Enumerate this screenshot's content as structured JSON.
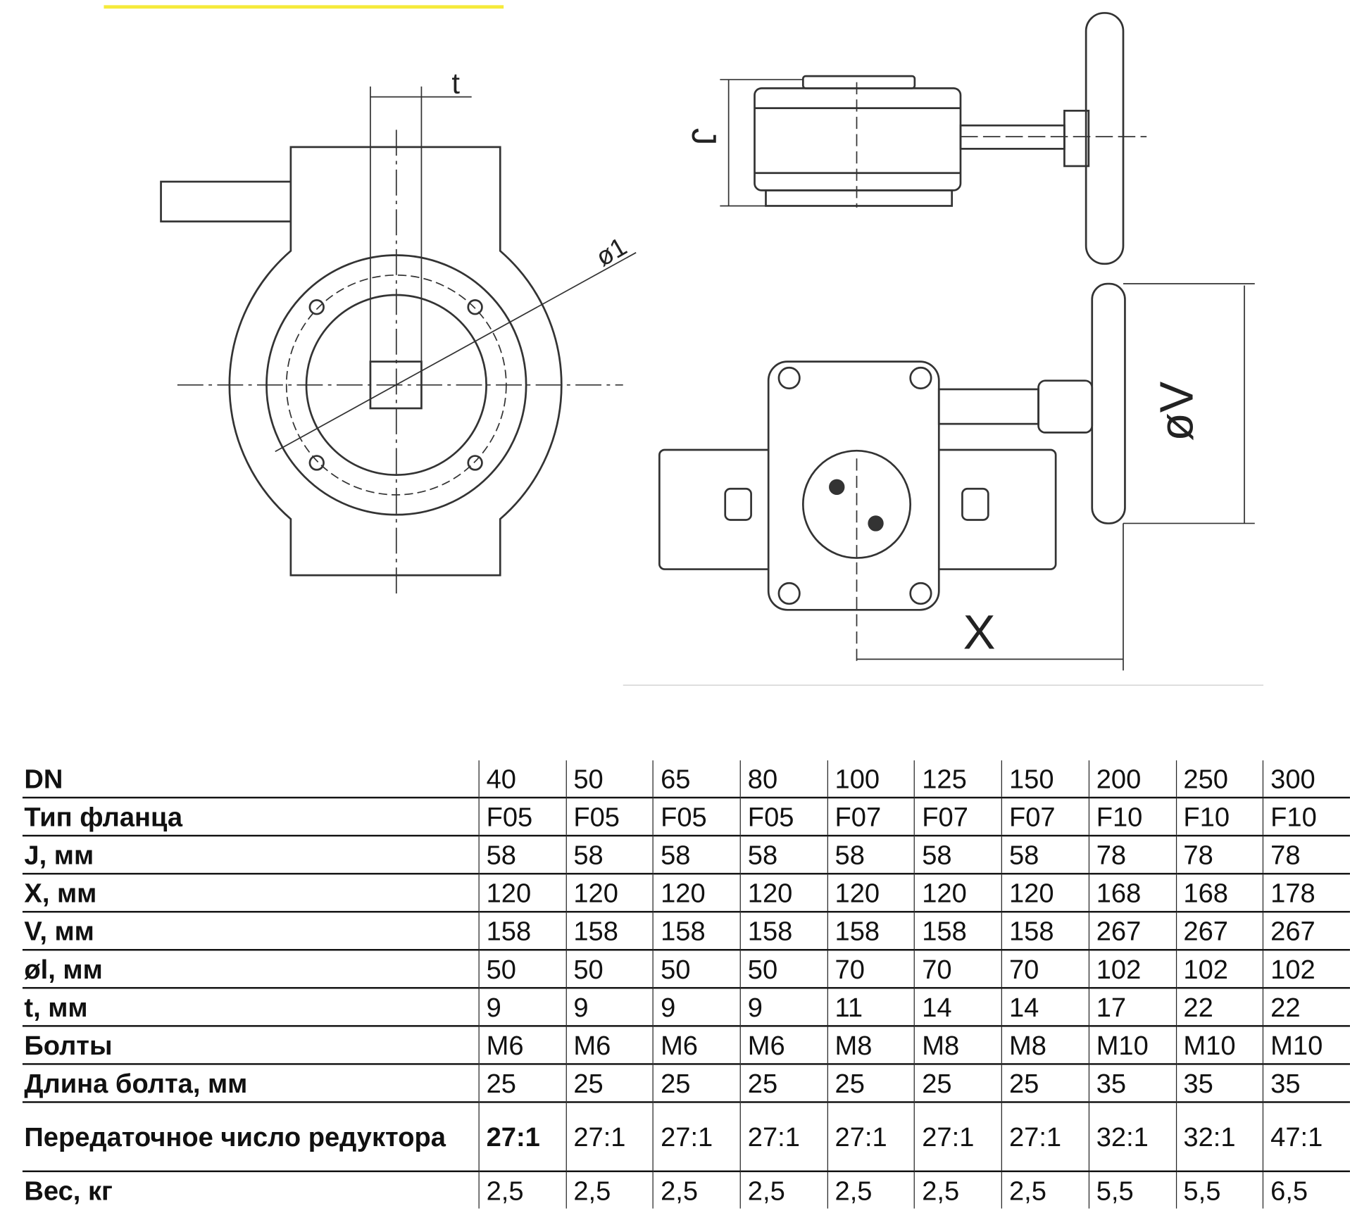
{
  "accent_color": "#f5ea3a",
  "drawing_labels": {
    "t": "t",
    "phi1": "ø1",
    "J": "J",
    "V": "øV",
    "X": "X"
  },
  "table": {
    "rows": [
      {
        "label": "DN",
        "values": [
          "40",
          "50",
          "65",
          "80",
          "100",
          "125",
          "150",
          "200",
          "250",
          "300"
        ]
      },
      {
        "label": "Тип фланца",
        "values": [
          "F05",
          "F05",
          "F05",
          "F05",
          "F07",
          "F07",
          "F07",
          "F10",
          "F10",
          "F10"
        ]
      },
      {
        "label": "J, мм",
        "values": [
          "58",
          "58",
          "58",
          "58",
          "58",
          "58",
          "58",
          "78",
          "78",
          "78"
        ]
      },
      {
        "label": "X, мм",
        "values": [
          "120",
          "120",
          "120",
          "120",
          "120",
          "120",
          "120",
          "168",
          "168",
          "178"
        ]
      },
      {
        "label": "V, мм",
        "values": [
          "158",
          "158",
          "158",
          "158",
          "158",
          "158",
          "158",
          "267",
          "267",
          "267"
        ]
      },
      {
        "label": "øl, мм",
        "values": [
          "50",
          "50",
          "50",
          "50",
          "70",
          "70",
          "70",
          "102",
          "102",
          "102"
        ]
      },
      {
        "label": "t, мм",
        "values": [
          "9",
          "9",
          "9",
          "9",
          "11",
          "14",
          "14",
          "17",
          "22",
          "22"
        ]
      },
      {
        "label": "Болты",
        "values": [
          "M6",
          "M6",
          "M6",
          "M6",
          "M8",
          "M8",
          "M8",
          "M10",
          "M10",
          "M10"
        ]
      },
      {
        "label": "Длина болта, мм",
        "values": [
          "25",
          "25",
          "25",
          "25",
          "25",
          "25",
          "25",
          "35",
          "35",
          "35"
        ]
      },
      {
        "label": "Передаточное число редуктора",
        "values": [
          "27:1",
          "27:1",
          "27:1",
          "27:1",
          "27:1",
          "27:1",
          "27:1",
          "32:1",
          "32:1",
          "47:1"
        ]
      },
      {
        "label": "Вес, кг",
        "values": [
          "2,5",
          "2,5",
          "2,5",
          "2,5",
          "2,5",
          "2,5",
          "2,5",
          "5,5",
          "5,5",
          "6,5"
        ]
      }
    ]
  }
}
